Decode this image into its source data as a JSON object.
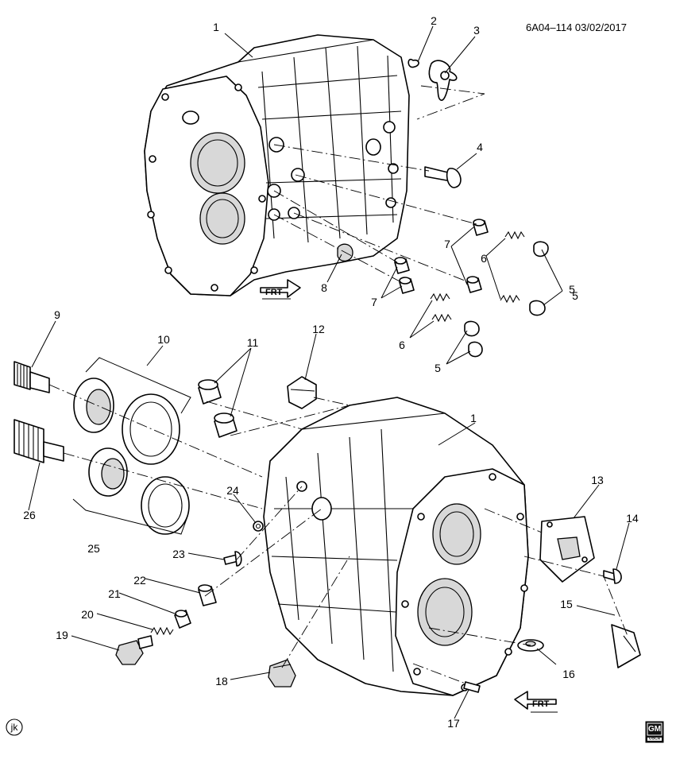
{
  "figure": {
    "reference": "6A04–114  03/02/2017",
    "illustrator_mark": "jk",
    "brand_mark": "GM",
    "brand_sub": "OSCA",
    "direction_label_top": "FRT",
    "direction_label_bottom": "FRT"
  },
  "callouts": [
    {
      "id": "c1a",
      "text": "1"
    },
    {
      "id": "c2",
      "text": "2"
    },
    {
      "id": "c3",
      "text": "3"
    },
    {
      "id": "c4",
      "text": "4"
    },
    {
      "id": "c5a",
      "text": "5"
    },
    {
      "id": "c6a",
      "text": "6"
    },
    {
      "id": "c7a",
      "text": "7"
    },
    {
      "id": "c8",
      "text": "8"
    },
    {
      "id": "c7b",
      "text": "7"
    },
    {
      "id": "c5b",
      "text": "5"
    },
    {
      "id": "c6b",
      "text": "6"
    },
    {
      "id": "c5c",
      "text": "5"
    },
    {
      "id": "c9",
      "text": "9"
    },
    {
      "id": "c10",
      "text": "10"
    },
    {
      "id": "c11",
      "text": "11"
    },
    {
      "id": "c12",
      "text": "12"
    },
    {
      "id": "c1b",
      "text": "1"
    },
    {
      "id": "c13",
      "text": "13"
    },
    {
      "id": "c14",
      "text": "14"
    },
    {
      "id": "c15",
      "text": "15"
    },
    {
      "id": "c16",
      "text": "16"
    },
    {
      "id": "c17",
      "text": "17"
    },
    {
      "id": "c18",
      "text": "18"
    },
    {
      "id": "c19",
      "text": "19"
    },
    {
      "id": "c20",
      "text": "20"
    },
    {
      "id": "c21",
      "text": "21"
    },
    {
      "id": "c22",
      "text": "22"
    },
    {
      "id": "c23",
      "text": "23"
    },
    {
      "id": "c24",
      "text": "24"
    },
    {
      "id": "c25",
      "text": "25"
    },
    {
      "id": "c26",
      "text": "26"
    }
  ]
}
